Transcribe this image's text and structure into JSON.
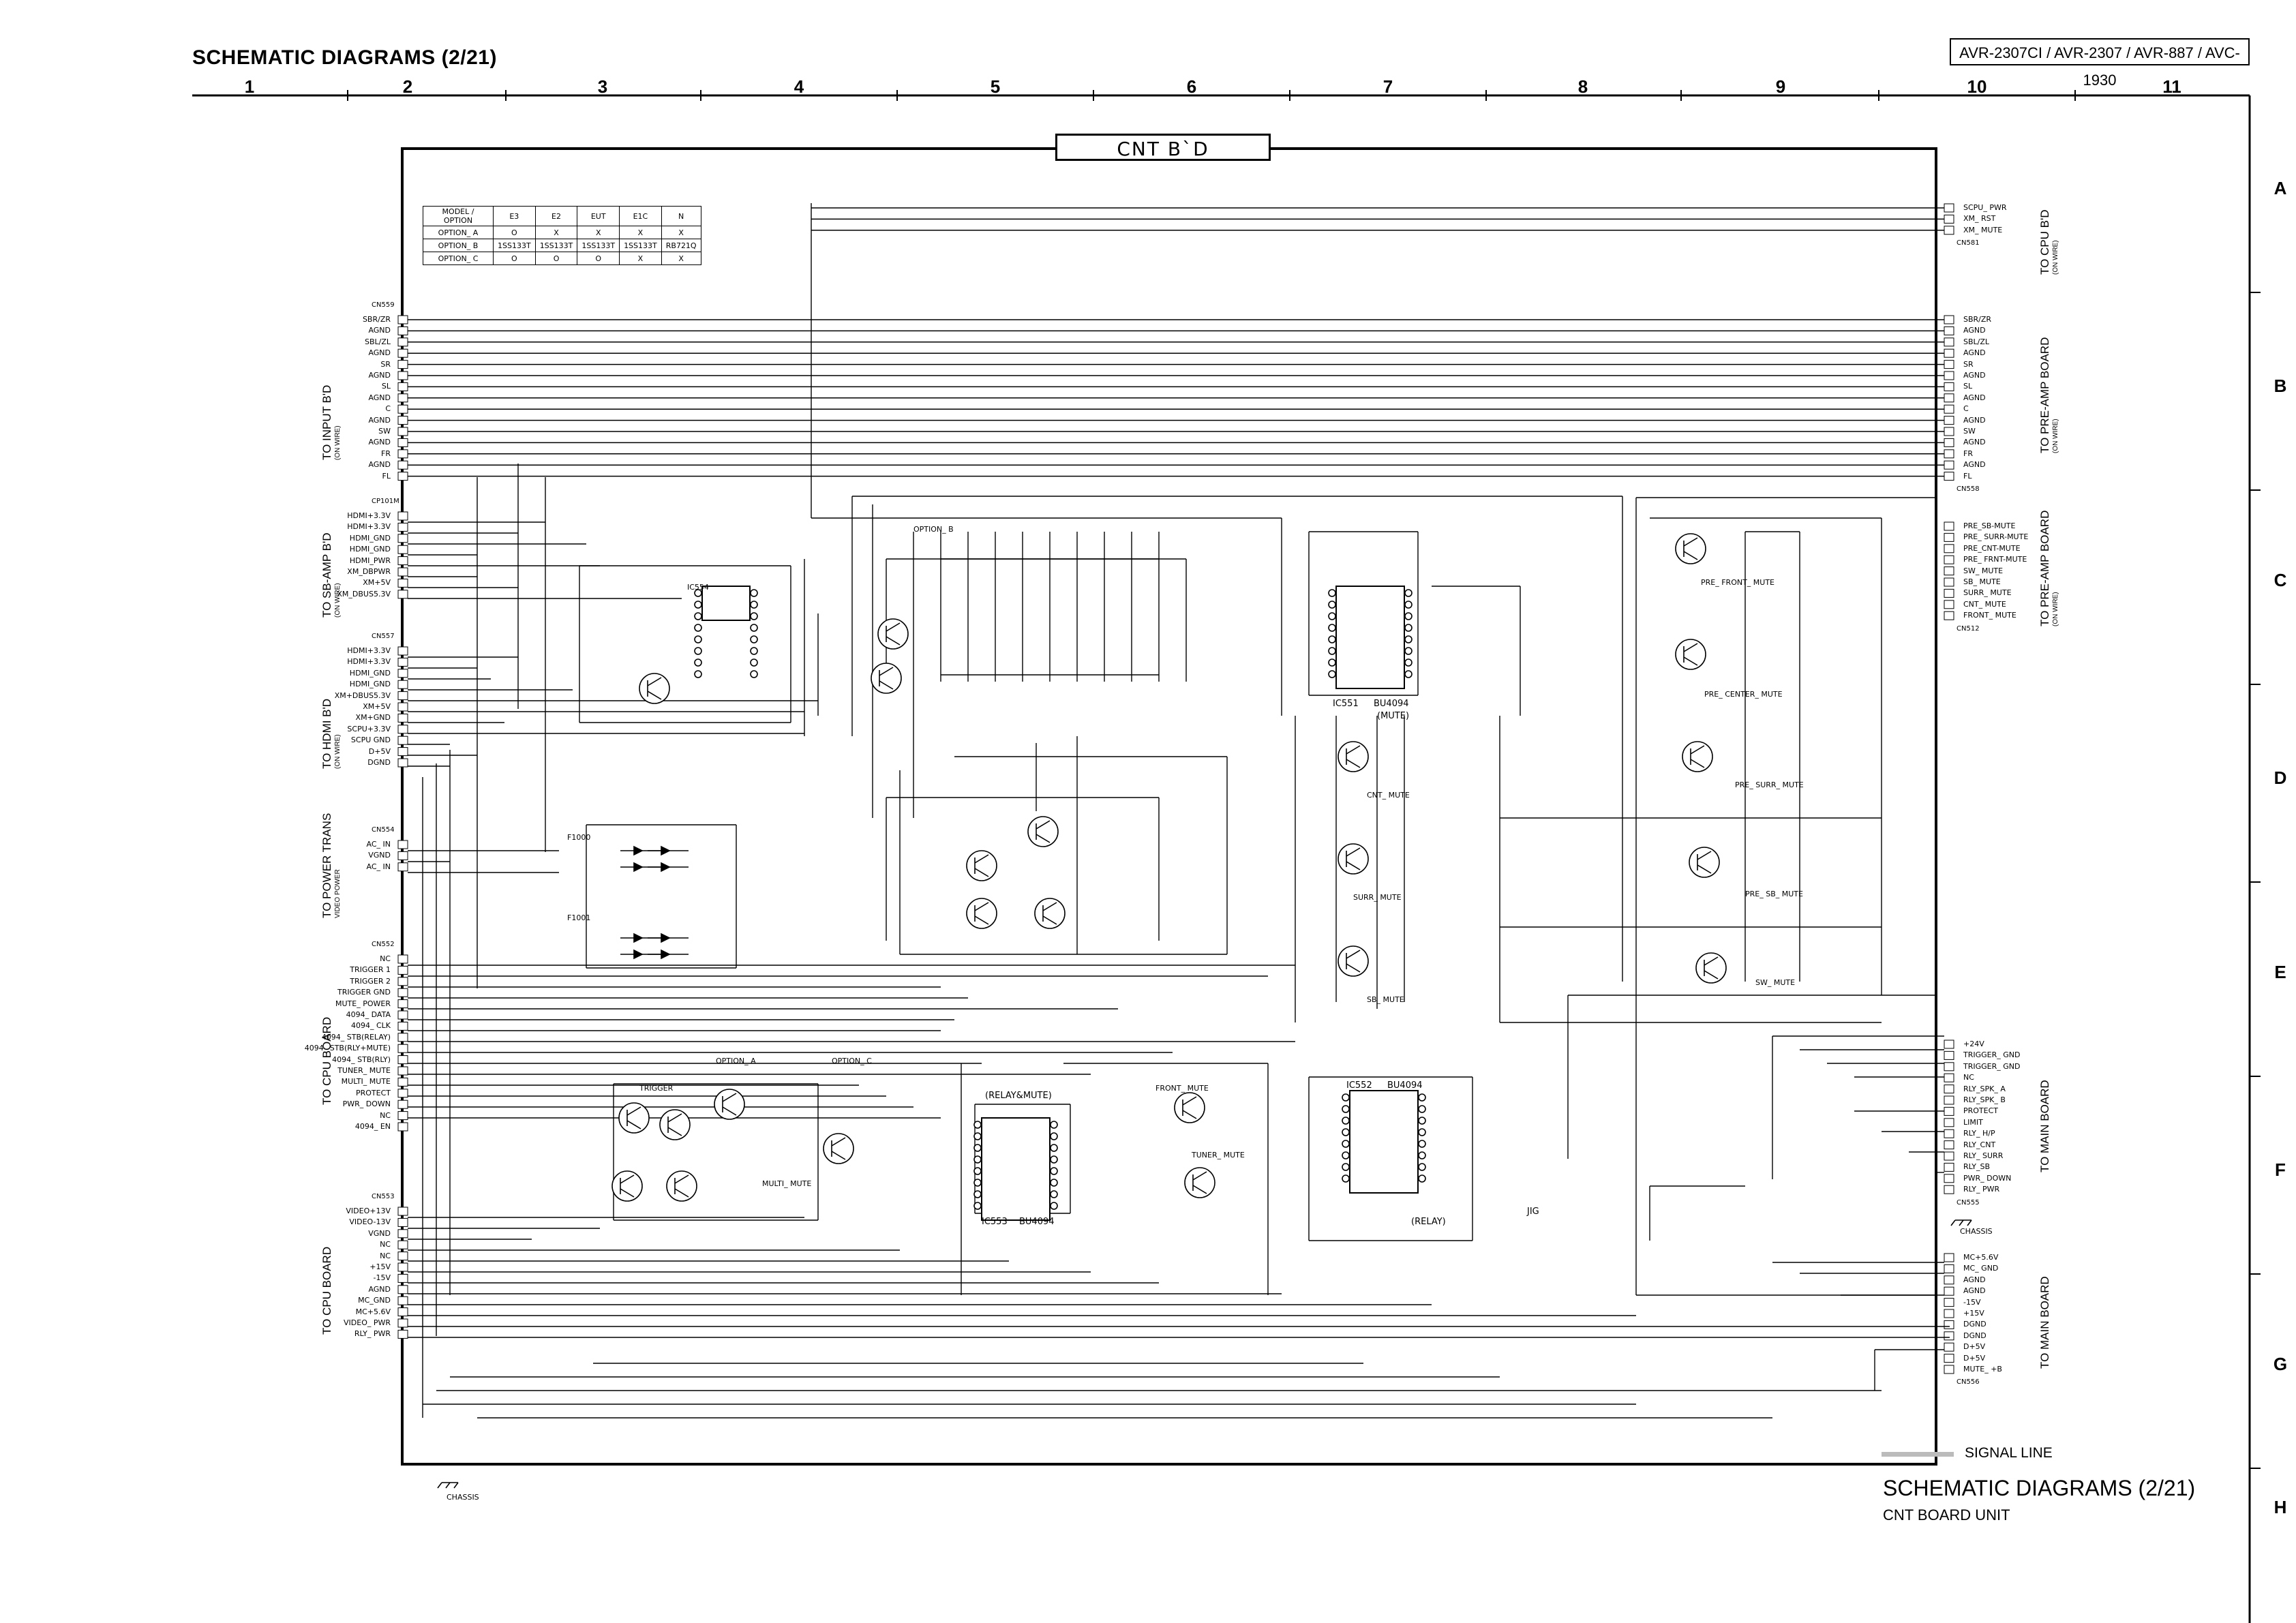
{
  "header": {
    "title": "SCHEMATIC DIAGRAMS  (2/21)",
    "models": "AVR-2307CI / AVR-2307 / AVR-887 / AVC-1930"
  },
  "grid": {
    "columns": [
      "1",
      "2",
      "3",
      "4",
      "5",
      "6",
      "7",
      "8",
      "9",
      "10",
      "11"
    ],
    "rows": [
      "A",
      "B",
      "C",
      "D",
      "E",
      "F",
      "G",
      "H"
    ]
  },
  "board_label": "CNT B`D",
  "legend": {
    "signal_line": "SIGNAL LINE"
  },
  "caption": {
    "title": "SCHEMATIC DIAGRAMS  (2/21)",
    "subtitle": "CNT BOARD UNIT"
  },
  "option_table": {
    "header": [
      "MODEL / OPTION",
      "E3",
      "E2",
      "EUT",
      "E1C",
      "N"
    ],
    "rows": [
      [
        "OPTION_ A",
        "O",
        "X",
        "X",
        "X",
        "X"
      ],
      [
        "OPTION_ B",
        "1SS133T",
        "1SS133T",
        "1SS133T",
        "1SS133T",
        "RB721Q"
      ],
      [
        "OPTION_ C",
        "O",
        "O",
        "O",
        "X",
        "X"
      ]
    ]
  },
  "left_groups": [
    {
      "label": "TO INPUT B'D",
      "note": "(ON WIRE)",
      "connector": "CN559",
      "pins": [
        "SBR/ZR",
        "AGND",
        "SBL/ZL",
        "AGND",
        "SR",
        "AGND",
        "SL",
        "AGND",
        "C",
        "AGND",
        "SW",
        "AGND",
        "FR",
        "AGND",
        "FL"
      ]
    },
    {
      "label": "TO SB-AMP B'D",
      "note": "(ON WIRE)",
      "connector": "CP101M",
      "pins": [
        "HDMI+3.3V",
        "HDMI+3.3V",
        "HDMI_GND",
        "HDMI_GND",
        "HDMI_PWR",
        "XM_DBPWR",
        "XM+5V",
        "XM_DBUS5.3V"
      ]
    },
    {
      "label": "TO HDMI B'D",
      "note": "(ON WIRE)",
      "connector": "CN557",
      "pins": [
        "HDMI+3.3V",
        "HDMI+3.3V",
        "HDMI_GND",
        "HDMI_GND",
        "XM+DBUS5.3V",
        "XM+5V",
        "XM+GND",
        "SCPU+3.3V",
        "SCPU GND",
        "D+5V",
        "DGND"
      ]
    },
    {
      "label": "TO POWER TRANS",
      "note": "VIDEO POWER",
      "connector": "CN554",
      "pins": [
        "AC_ IN",
        "VGND",
        "AC_ IN"
      ]
    },
    {
      "label": "TO CPU BOARD",
      "note": "",
      "connector": "CN552",
      "pins": [
        "NC",
        "TRIGGER 1",
        "TRIGGER 2",
        "TRIGGER GND",
        "MUTE_ POWER",
        "4094_ DATA",
        "4094_ CLK",
        "4094_ STB(RELAY)",
        "4094_ STB(RLY+MUTE)",
        "4094_ STB(RLY)",
        "TUNER_ MUTE",
        "MULTI_ MUTE",
        "PROTECT",
        "PWR_ DOWN",
        "NC",
        "4094_ EN"
      ]
    },
    {
      "label": "TO CPU BOARD",
      "note": "",
      "connector": "CN553",
      "pins": [
        "VIDEO+13V",
        "VIDEO-13V",
        "VGND",
        "NC",
        "NC",
        "+15V",
        "-15V",
        "AGND",
        "MC_GND",
        "MC+5.6V",
        "VIDEO_ PWR",
        "RLY_ PWR"
      ]
    }
  ],
  "right_groups": [
    {
      "label": "TO CPU B'D",
      "note": "(ON WIRE)",
      "connector": "CN581",
      "pins": [
        "SCPU_ PWR",
        "XM_ RST",
        "XM_ MUTE"
      ]
    },
    {
      "label": "TO PRE-AMP BOARD",
      "note": "(ON WIRE)",
      "connector": "CN558",
      "pins": [
        "SBR/ZR",
        "AGND",
        "SBL/ZL",
        "AGND",
        "SR",
        "AGND",
        "SL",
        "AGND",
        "C",
        "AGND",
        "SW",
        "AGND",
        "FR",
        "AGND",
        "FL"
      ]
    },
    {
      "label": "TO PRE-AMP BOARD",
      "note": "(ON WIRE)",
      "connector": "CN512",
      "pins": [
        "PRE_SB-MUTE",
        "PRE_ SURR-MUTE",
        "PRE_CNT-MUTE",
        "PRE_ FRNT-MUTE",
        "SW_ MUTE",
        "SB_ MUTE",
        "SURR_ MUTE",
        "CNT_ MUTE",
        "FRONT_ MUTE"
      ]
    },
    {
      "label": "TO MAIN BOARD",
      "note": "",
      "connector": "CN555",
      "pins": [
        "+24V",
        "TRIGGER_ GND",
        "TRIGGER_ GND",
        "NC",
        "RLY_SPK_ A",
        "RLY_SPK_ B",
        "PROTECT",
        "LIMIT",
        "RLY_ H/P",
        "RLY_CNT",
        "RLY_ SURR",
        "RLY_SB",
        "PWR_ DOWN",
        "RLY_ PWR"
      ]
    },
    {
      "label": "TO MAIN BOARD",
      "note": "",
      "connector": "CN556",
      "pins": [
        "MC+5.6V",
        "MC_ GND",
        "AGND",
        "AGND",
        "-15V",
        "+15V",
        "DGND",
        "DGND",
        "D+5V",
        "D+5V",
        "MUTE_ +B"
      ]
    }
  ],
  "components": {
    "ic551": "IC551",
    "ic551_part": "BU4094",
    "ic551_mode": "(MUTE)",
    "ic552": "IC552",
    "ic552_part": "BU4094",
    "ic552_mode": "(RELAY)",
    "ic553": "IC553",
    "ic553_part": "BU4094",
    "ic553_mode": "(RELAY&MUTE)",
    "ic554": "IC554",
    "mutes": [
      "PRE_ FRONT_ MUTE",
      "PRE_ CENTER_ MUTE",
      "PRE_ SURR_ MUTE",
      "PRE_ SB_ MUTE",
      "SW_ MUTE",
      "CNT_ MUTE",
      "SURR_ MUTE",
      "SB_ MUTE",
      "FRONT_ MUTE",
      "TUNER_ MUTE",
      "MULTI_ MUTE",
      "TRIGGER"
    ],
    "option_a": "OPTION_ A",
    "option_b": "OPTION_ B",
    "option_c": "OPTION_ C",
    "jig": "JIG",
    "chassis": "CHASSIS",
    "fuse1": "F1000",
    "fuse2": "F1001"
  }
}
